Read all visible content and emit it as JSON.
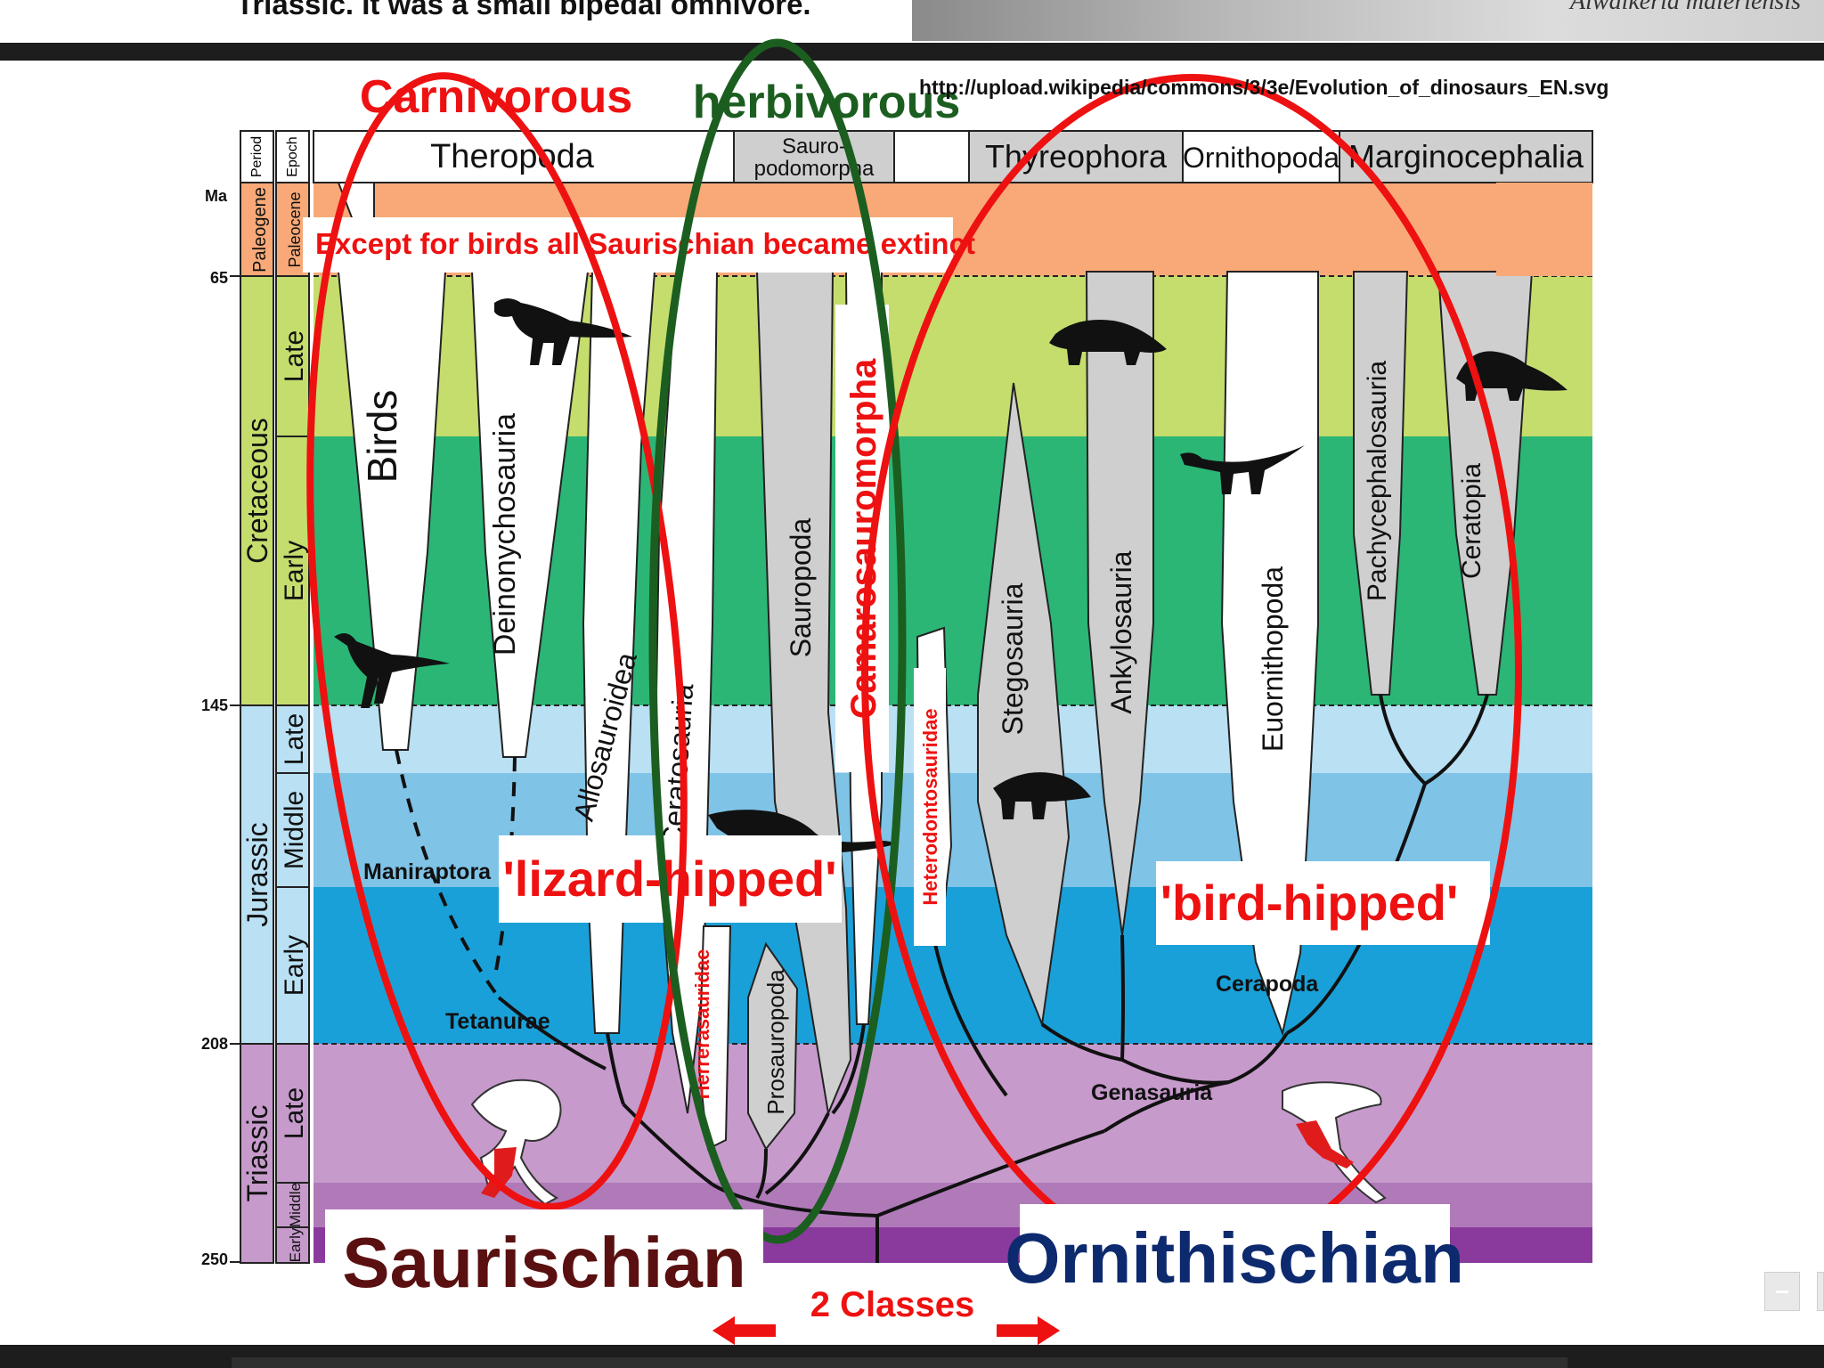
{
  "slide": {
    "top_caption": "Triassic. It was a small bipedal omnivore.",
    "top_photo_caption": "Alwalkeria maleriensis",
    "source_url": "http://upload.wikipedia/commons/3/3e/Evolution_of_dinosaurs_EN.svg",
    "labels": {
      "carnivorous": "Carnivorous",
      "herbivorous": "herbivorous",
      "extinct_note": "Except for birds all Saurischian became extinct",
      "lizard_hipped": "'lizard-hipped'",
      "bird_hipped": "'bird-hipped'",
      "saurischian": "Saurischian",
      "ornithischian": "Ornithischian",
      "two_classes": "2 Classes"
    },
    "colors": {
      "red_annotation": "#ee1111",
      "green_annotation": "#1b5e20",
      "saurischian": "#5a1010",
      "ornithischian": "#0d2a6e"
    },
    "minimize_button": "–"
  },
  "chart": {
    "header": {
      "period": "Period",
      "epoch": "Epoch",
      "groups": [
        "Theropoda",
        "Sauro-",
        "podomorpha",
        "Thyreophora",
        "Ornithopoda",
        "Marginocephalia"
      ]
    },
    "ma_label": "Ma",
    "ticks": [
      "65",
      "145",
      "208",
      "250"
    ],
    "periods": [
      "Paleogene",
      "Cretaceous",
      "Jurassic",
      "Triassic"
    ],
    "epochs": [
      "Paleocene",
      "Late",
      "Early",
      "Late",
      "Middle",
      "Early",
      "Late",
      "Middle",
      "Early"
    ],
    "clades": {
      "birds": "Birds",
      "deinonychosauria": "Deinonychosauria",
      "allosauroidea": "Allosauroidea",
      "ceratosauria": "Ceratosauria",
      "sauropoda": "Sauropoda",
      "camarosauromorpha": "Camarosauromorpha",
      "heterodontosauridae": "Heterodontosauridae",
      "herrerasauridae": "Herrerasauridae",
      "prosauropoda": "Prosauropoda",
      "stegosauria": "Stegosauria",
      "ankylosauria": "Ankylosauria",
      "euornithopoda": "Euornithopoda",
      "pachycephalosauria": "Pachycephalosauria",
      "ceratopia": "Ceratopia",
      "maniraptora": "Maniraptora",
      "tetanurae": "Tetanurae",
      "cerapoda": "Cerapoda",
      "genasauria": "Genasauria"
    }
  }
}
